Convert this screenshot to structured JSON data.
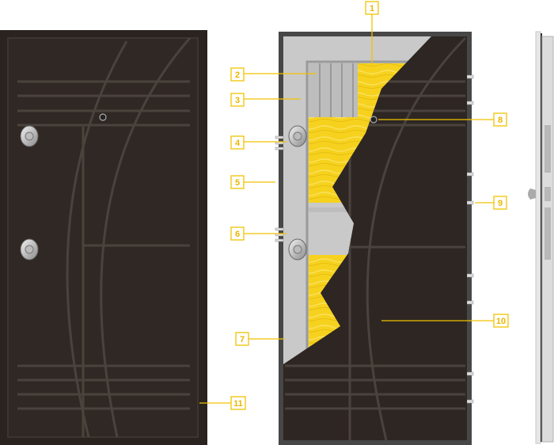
{
  "title": "Door construction diagram",
  "callouts": [
    {
      "number": "1"
    },
    {
      "number": "2"
    },
    {
      "number": "3"
    },
    {
      "number": "4"
    },
    {
      "number": "5"
    },
    {
      "number": "6"
    },
    {
      "number": "7"
    },
    {
      "number": "8"
    },
    {
      "number": "9"
    },
    {
      "number": "10"
    },
    {
      "number": "11"
    }
  ],
  "colors": {
    "door_surface": "#2d2622",
    "frame": "#464646",
    "steel": "#c8c8c8",
    "insulation": "#f5cf1a",
    "callout": "#f2c200"
  }
}
